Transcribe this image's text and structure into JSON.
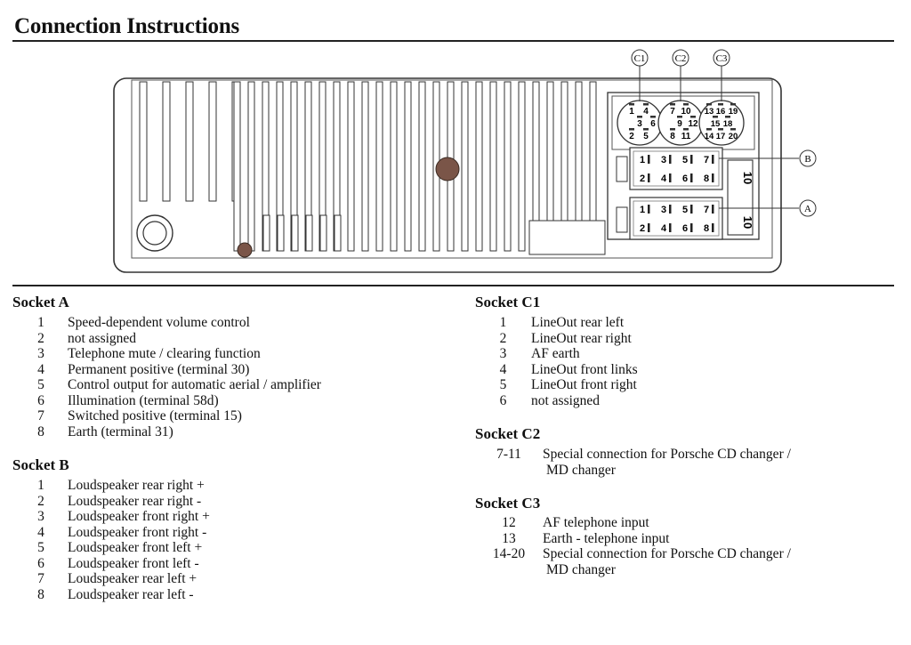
{
  "title": "Connection Instructions",
  "diagram": {
    "callouts": [
      "C1",
      "C2",
      "C3",
      "B",
      "A"
    ],
    "c1_pins": [
      "1",
      "4",
      "3",
      "6",
      "2",
      "5"
    ],
    "c2_pins": [
      "7",
      "10",
      "9",
      "12",
      "8",
      "11"
    ],
    "c3_pins": [
      "13",
      "16",
      "19",
      "15",
      "18",
      "14",
      "17",
      "20"
    ],
    "block_pins": [
      "1",
      "3",
      "5",
      "7",
      "2",
      "4",
      "6",
      "8"
    ],
    "side_label": "10"
  },
  "socket_a": {
    "heading": "Socket A",
    "items": [
      {
        "n": "1",
        "t": "Speed-dependent volume control"
      },
      {
        "n": "2",
        "t": "not assigned"
      },
      {
        "n": "3",
        "t": "Telephone mute / clearing function"
      },
      {
        "n": "4",
        "t": "Permanent positive (terminal 30)"
      },
      {
        "n": "5",
        "t": "Control output for automatic aerial / amplifier"
      },
      {
        "n": "6",
        "t": "Illumination (terminal 58d)"
      },
      {
        "n": "7",
        "t": "Switched positive (terminal 15)"
      },
      {
        "n": "8",
        "t": "Earth (terminal 31)"
      }
    ]
  },
  "socket_b": {
    "heading": "Socket B",
    "items": [
      {
        "n": "1",
        "t": "Loudspeaker rear right +"
      },
      {
        "n": "2",
        "t": "Loudspeaker rear right -"
      },
      {
        "n": "3",
        "t": "Loudspeaker front right +"
      },
      {
        "n": "4",
        "t": "Loudspeaker front right -"
      },
      {
        "n": "5",
        "t": "Loudspeaker front left +"
      },
      {
        "n": "6",
        "t": "Loudspeaker front left -"
      },
      {
        "n": "7",
        "t": "Loudspeaker rear left +"
      },
      {
        "n": "8",
        "t": "Loudspeaker rear left -"
      }
    ]
  },
  "socket_c1": {
    "heading": "Socket C1",
    "items": [
      {
        "n": "1",
        "t": "LineOut rear left"
      },
      {
        "n": "2",
        "t": "LineOut rear right"
      },
      {
        "n": "3",
        "t": "AF earth"
      },
      {
        "n": "4",
        "t": "LineOut front links"
      },
      {
        "n": "5",
        "t": "LineOut front right"
      },
      {
        "n": "6",
        "t": "not assigned"
      }
    ]
  },
  "socket_c2": {
    "heading": "Socket C2",
    "items": [
      {
        "n": "7-11",
        "t": "Special connection for Porsche CD changer /",
        "t2": "MD changer"
      }
    ]
  },
  "socket_c3": {
    "heading": "Socket C3",
    "items": [
      {
        "n": "12",
        "t": "AF telephone input"
      },
      {
        "n": "13",
        "t": "Earth - telephone input"
      },
      {
        "n": "14-20",
        "t": "Special connection for Porsche CD changer /",
        "t2": "MD changer"
      }
    ]
  }
}
